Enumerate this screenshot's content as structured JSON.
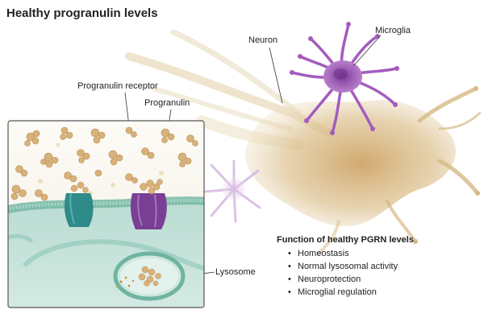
{
  "title": "Healthy progranulin levels",
  "labels": {
    "neuron": "Neuron",
    "microglia": "Microglia",
    "receptor": "Progranulin receptor",
    "progranulin": "Progranulin",
    "lysosome": "Lysosome"
  },
  "function_box": {
    "heading": "Function of healthy PGRN levels",
    "items": [
      "Homeostasis",
      "Normal lysosomal activity",
      "Neuroprotection",
      "Microglial regulation"
    ]
  },
  "colors": {
    "neuron": "#c9a25e",
    "microglia": "#9a4fb1",
    "membrane": "#8cc7b5",
    "progranulin": "#d8b27a",
    "receptor_teal": "#2f8a8a",
    "receptor_purple": "#7a3f94"
  }
}
